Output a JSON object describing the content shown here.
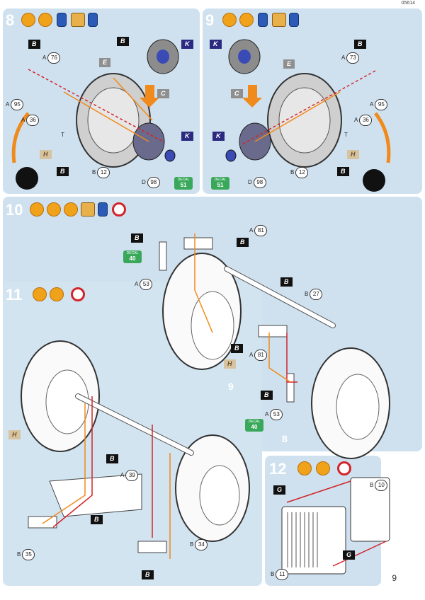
{
  "page_code": "05614",
  "page_number": "9",
  "steps": [
    {
      "id": "8",
      "label": "8"
    },
    {
      "id": "9",
      "label": "9"
    },
    {
      "id": "10",
      "label": "10"
    },
    {
      "id": "11",
      "label": "11"
    },
    {
      "id": "12",
      "label": "12"
    }
  ],
  "flags": {
    "s8_b_top": "B",
    "s8_b_bottom": "B",
    "s8_e": "E",
    "s8_h": "H",
    "s8_b_center": "B",
    "s8_k_top": "K",
    "s8_c": "C",
    "s8_k_right": "K",
    "s9_b_top": "B",
    "s9_b_bottom": "B",
    "s9_e": "E",
    "s9_h": "H",
    "s9_k_top": "K",
    "s9_c": "C",
    "s9_k_left": "K",
    "s10_b_a": "B",
    "s10_b_b": "B",
    "s10_b_c": "B",
    "s10_b_d": "B",
    "s10_b_e": "B",
    "s10_h": "H",
    "s11_b_a": "B",
    "s11_b_b": "B",
    "s11_b_c": "B",
    "s11_h": "H",
    "s12_g_top": "G",
    "s12_g_bottom": "G"
  },
  "parts": {
    "s8_a76": {
      "letter": "A",
      "num": "76"
    },
    "s8_a95": {
      "letter": "A",
      "num": "95"
    },
    "s8_a36": {
      "letter": "A",
      "num": "36"
    },
    "s8_b12": {
      "letter": "B",
      "num": "12"
    },
    "s8_d98": {
      "letter": "D",
      "num": "98"
    },
    "s9_a73": {
      "letter": "A",
      "num": "73"
    },
    "s9_a95": {
      "letter": "A",
      "num": "95"
    },
    "s9_a36": {
      "letter": "A",
      "num": "36"
    },
    "s9_d98": {
      "letter": "D",
      "num": "98"
    },
    "s9_b12": {
      "letter": "B",
      "num": "12"
    },
    "s10_a81_top": {
      "letter": "A",
      "num": "81"
    },
    "s10_a53_top": {
      "letter": "A",
      "num": "53"
    },
    "s10_b27": {
      "letter": "B",
      "num": "27"
    },
    "s10_a81_mid": {
      "letter": "A",
      "num": "81"
    },
    "s10_a53_bot": {
      "letter": "A",
      "num": "53"
    },
    "s11_a39": {
      "letter": "A",
      "num": "39"
    },
    "s11_b35": {
      "letter": "B",
      "num": "35"
    },
    "s11_b34": {
      "letter": "B",
      "num": "34"
    },
    "s12_b10": {
      "letter": "B",
      "num": "10"
    },
    "s12_b11": {
      "letter": "B",
      "num": "11"
    }
  },
  "labels": {
    "s8_t": "T",
    "s9_t": "T",
    "s10_9": "9",
    "s10_8": "8"
  },
  "decals": [
    {
      "id": "s8",
      "text": "DECAL",
      "num": "51"
    },
    {
      "id": "s9",
      "text": "DECAL",
      "num": "51"
    },
    {
      "id": "s10_top",
      "text": "DECAL",
      "num": "40"
    },
    {
      "id": "s10_bot",
      "text": "DECAL",
      "num": "40"
    }
  ],
  "colors": {
    "panel": "#cfe1ef",
    "arrow_orange": "#f08a1c",
    "arrow_red": "#d2242a",
    "flag_black": "#111111",
    "flag_blue": "#2c2a80",
    "decal_green": "#3aa85a"
  }
}
